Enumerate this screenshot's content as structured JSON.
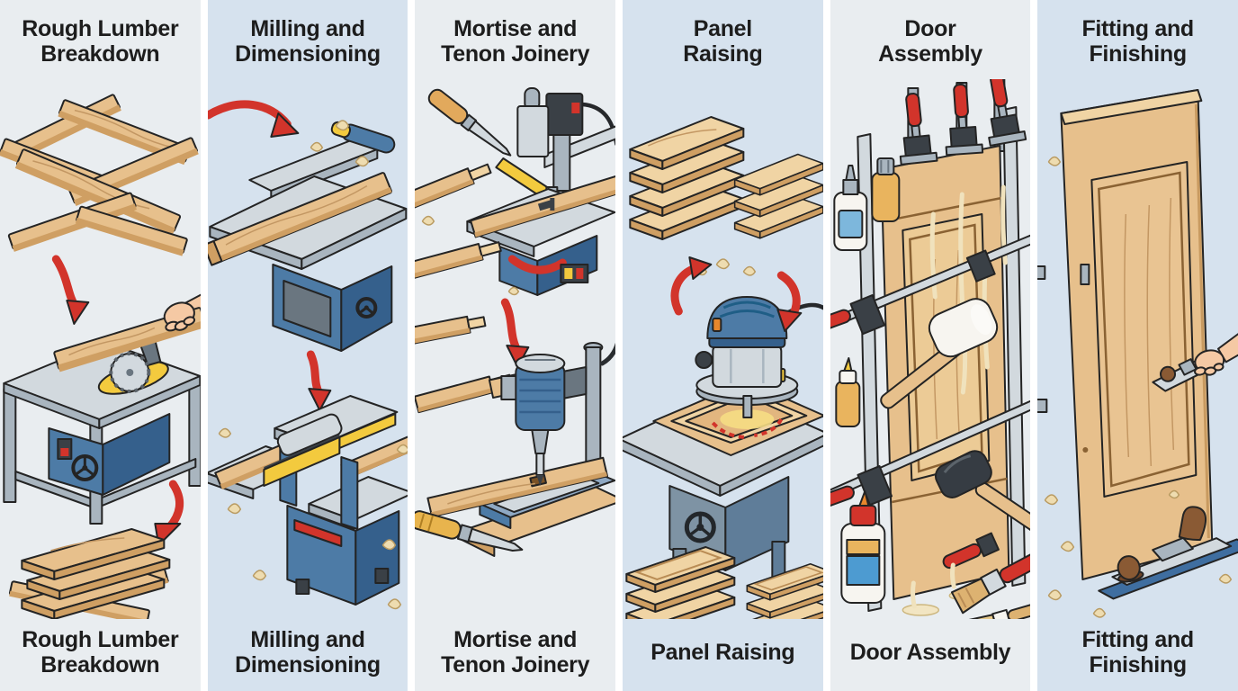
{
  "figure_title": "Door-making process illustration",
  "colors": {
    "panel_bg_light": "#e9edf0",
    "panel_bg_blue": "#d6e2ee",
    "divider": "#ffffff",
    "title_text": "#1d1d1d",
    "arrow_red": "#d2342b",
    "wood": "#e7c08c",
    "machine_blue": "#4d7ba6",
    "steel_gray": "#d2d9de",
    "accent_yellow": "#f3ca3e"
  },
  "panels": [
    {
      "id": "rough-lumber-breakdown",
      "top_label": "Rough Lumber\nBreakdown",
      "bottom_label": "Rough Lumber\nBreakdown",
      "scene": [
        "rough-lumber-pile",
        "red-arrow-down",
        "hand-feeding-board",
        "table-saw",
        "red-arrow-down",
        "cut-lumber-stack"
      ]
    },
    {
      "id": "milling-and-dimensioning",
      "top_label": "Milling and\nDimensioning",
      "bottom_label": "Milling and\nDimensioning",
      "scene": [
        "red-arrow-in",
        "jointer",
        "push-block",
        "wood-shavings",
        "red-arrow-down",
        "thickness-planer"
      ]
    },
    {
      "id": "mortise-and-tenon-joinery",
      "top_label": "Mortise and\nTenon Joinery",
      "bottom_label": "Mortise and\nTenon Joinery",
      "scene": [
        "chisel",
        "mortising-machine",
        "tenon-boards",
        "mortise-board",
        "red-arrow-down",
        "benchtop-mortiser",
        "chisel"
      ]
    },
    {
      "id": "panel-raising",
      "top_label": "Panel\nRaising",
      "bottom_label": "Panel Raising",
      "scene": [
        "flat-panel-stacks",
        "wood-shavings",
        "rotation-arrows",
        "plunge-router",
        "raised-panel",
        "router-table",
        "raised-panel-stacks"
      ]
    },
    {
      "id": "door-assembly",
      "top_label": "Door\nAssembly",
      "bottom_label": "Door Assembly",
      "scene": [
        "glue-bottles",
        "bar-clamps",
        "door-in-clamps",
        "glue-drips",
        "white-mallet",
        "rubber-mallet",
        "glue-spills",
        "paint-brushes"
      ]
    },
    {
      "id": "fitting-and-finishing",
      "top_label": "Fitting and\nFinishing",
      "bottom_label": "Fitting and\nFinishing",
      "scene": [
        "panel-door",
        "hand-with-plane",
        "bench-plane",
        "wood-shavings"
      ]
    }
  ]
}
